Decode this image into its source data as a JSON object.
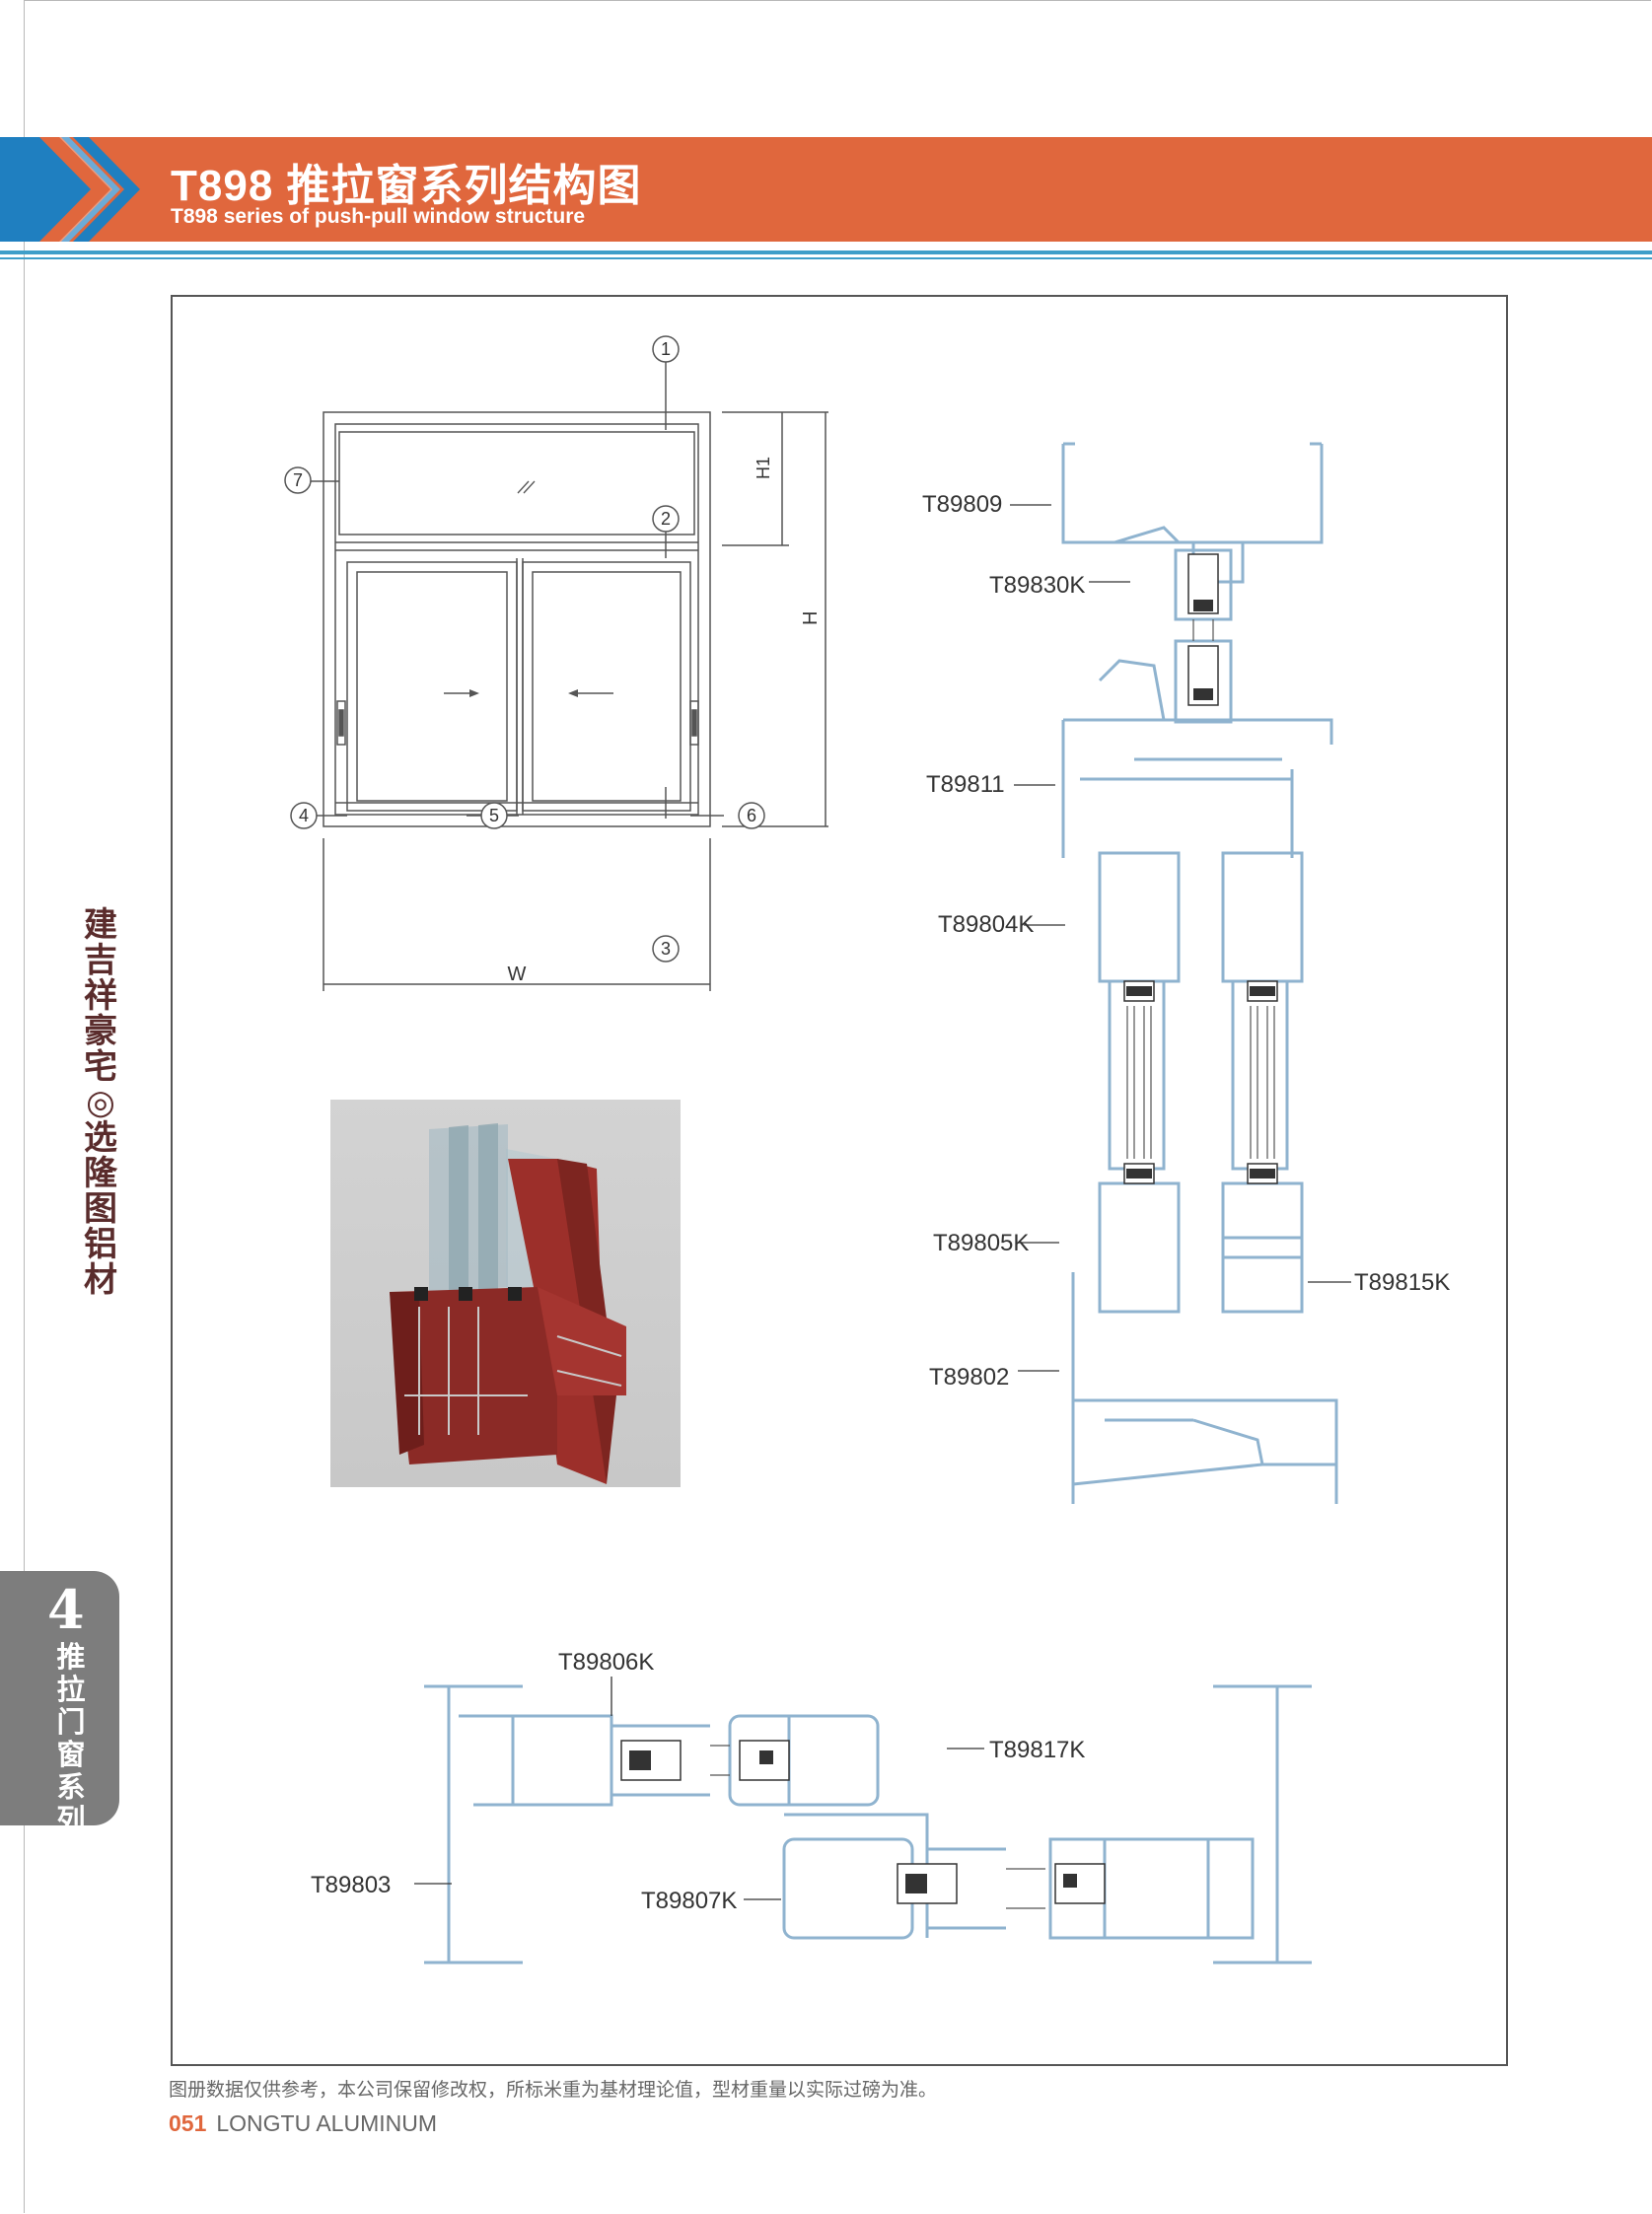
{
  "header": {
    "title": "T898 推拉窗系列结构图",
    "subtitle": "T898 series of push-pull window structure"
  },
  "side": {
    "vertical_text": "建吉祥豪宅◎选隆图铝材",
    "tab_number": "4",
    "tab_text": "推拉门窗系列"
  },
  "elevation": {
    "markers": [
      "1",
      "2",
      "3",
      "4",
      "5",
      "6",
      "7"
    ],
    "dim_w": "W",
    "dim_h": "H",
    "dim_h1": "H1",
    "glass_mark": "//"
  },
  "section_labels": {
    "vertical": [
      "T89809",
      "T89830K",
      "T89811",
      "T89804K",
      "T89805K",
      "T89815K",
      "T89802"
    ],
    "horizontal": [
      "T89806K",
      "T89817K",
      "T89803",
      "T89807K"
    ]
  },
  "footer": {
    "note": "图册数据仅供参考，本公司保留修改权，所标米重为基材理论值，型材重量以实际过磅为准。",
    "page_number": "051",
    "brand": "LONGTU ALUMINUM"
  },
  "colors": {
    "banner_orange": "#e0673d",
    "banner_blue": "#1f7fc0",
    "rule_blue": "#3f9ec9",
    "profile_blue": "#8fb3cf",
    "side_text": "#5a2c2c",
    "tab_gray": "#7d7d7d",
    "product_red": "#8b2a26"
  }
}
